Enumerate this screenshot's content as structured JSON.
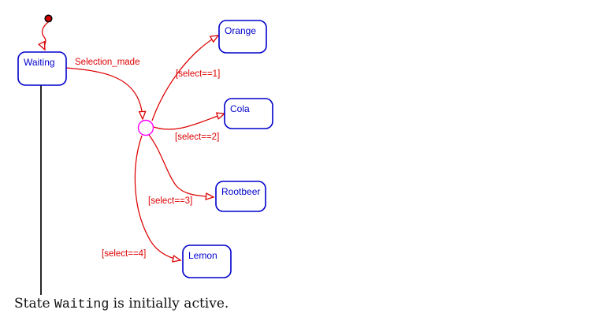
{
  "diagram": {
    "type": "statechart",
    "states": {
      "waiting": {
        "label": "Waiting"
      },
      "orange": {
        "label": "Orange"
      },
      "cola": {
        "label": "Cola"
      },
      "rootbeer": {
        "label": "Rootbeer"
      },
      "lemon": {
        "label": "Lemon"
      }
    },
    "transitions": {
      "selection_made": {
        "label": "Selection_made"
      },
      "to_orange": {
        "guard": "[select==1]"
      },
      "to_cola": {
        "guard": "[select==2]"
      },
      "to_rootbeer": {
        "guard": "[select==3]"
      },
      "to_lemon": {
        "guard": "[select==4]"
      }
    },
    "junction": {
      "type": "connective-junction"
    },
    "colors": {
      "transition_red": "#dd0000",
      "state_blue": "#0000cc",
      "junction_magenta": "#ff00ff",
      "initial_dot_red": "#cc0000",
      "caption_black": "#111111"
    }
  },
  "caption": {
    "prefix": "State ",
    "state_name": "Waiting",
    "suffix": " is initially active."
  }
}
